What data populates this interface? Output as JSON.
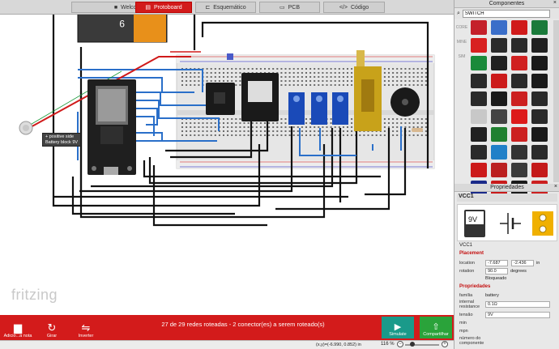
{
  "tabs": [
    {
      "label": "Welcome",
      "icon": "■",
      "active": false
    },
    {
      "label": "Protoboard",
      "icon": "▤",
      "active": true
    },
    {
      "label": "Esquemático",
      "icon": "⊏",
      "active": false
    },
    {
      "label": "PCB",
      "icon": "▭",
      "active": false
    },
    {
      "label": "Código",
      "icon": "</>",
      "active": false
    }
  ],
  "canvas": {
    "logo": "fritzing",
    "tooltip_line1": "+ positive side",
    "tooltip_line2": "Battery block 9V",
    "battery_label": "9"
  },
  "bottombar": {
    "add_note_label": "Adicio...a nota",
    "rotate_label": "Girar",
    "flip_label": "Inverter",
    "routing_status": "27 de 29 redes roteadas - 2 conector(es) a serem roteado(s)",
    "simulate_label": "Simulate",
    "share_label": "Compartilhar"
  },
  "statusbar": {
    "coords": "(x,y)=(-6.990, 0.852) in",
    "zoom": "116 %"
  },
  "parts_bin": {
    "title": "Componentes",
    "search_value": "SWITCH",
    "bin_labels": [
      "CORE",
      "MINE",
      "SIM",
      "",
      "",
      "",
      "",
      "",
      "",
      ""
    ],
    "parts": [
      "#c4202a",
      "#3a6ec9",
      "#d01a1a",
      "#1a7a3a",
      "#d82020",
      "#2a2a2a",
      "#2a2a2a",
      "#202020",
      "#1a8a3a",
      "#202020",
      "#d02020",
      "#1a1a1a",
      "#2a2a2a",
      "#cc1a1a",
      "#2a2a2a",
      "#1a1a1a",
      "#2a2a2a",
      "#1a1a1a",
      "#cc2020",
      "#2a2a2a",
      "#c8c8c8",
      "#444444",
      "#dd1a1a",
      "#2a2a2a",
      "#202020",
      "#208030",
      "#cc2020",
      "#1a1a1a",
      "#2a2a2a",
      "#2080c8",
      "#333333",
      "#2a2a2a",
      "#cc1a1a",
      "#bb2020",
      "#3a3a3a",
      "#c41a1a",
      "#1a2a8a",
      "#c81a1a",
      "#1a1a1a",
      "#cc2020"
    ]
  },
  "properties": {
    "title": "Propriedades",
    "name": "VCC1",
    "image_text": "9V",
    "id_label": "VCC1",
    "placement_title": "Placement",
    "location_label": "location",
    "location_x": "-7.687",
    "location_y": "-2.436",
    "location_unit": "in",
    "rotation_label": "rotation",
    "rotation_value": "90.0",
    "rotation_unit": "degrees",
    "locked_label": "Bloqueado",
    "props_title": "Propriedades",
    "family_label": "família",
    "family_value": "battery",
    "resistance_label": "internal resistance",
    "resistance_value": "0.1Ω",
    "voltage_label": "tensão",
    "voltage_value": "9V",
    "min_label": "min",
    "mpn_label": "mpn",
    "part_number_label": "número do componente"
  }
}
